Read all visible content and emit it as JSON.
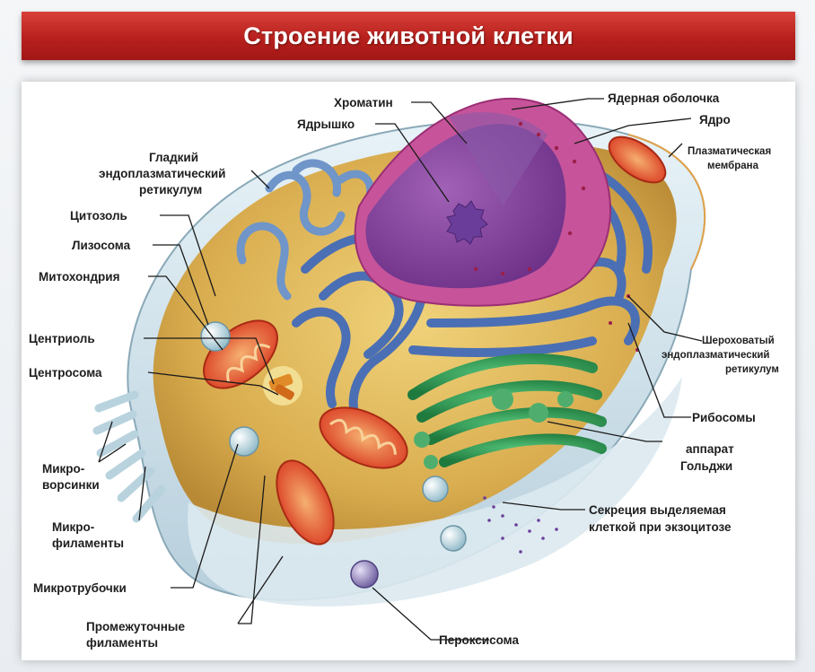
{
  "title": "Строение животной клетки",
  "labels": {
    "chromatin": "Хроматин",
    "nucleolus": "Ядрышко",
    "nuclear_envelope": "Ядерная оболочка",
    "nucleus": "Ядро",
    "plasma_membrane_1": "Плазматическая",
    "plasma_membrane_2": "мембрана",
    "smooth_er_1": "Гладкий",
    "smooth_er_2": "эндоплазматический",
    "smooth_er_3": "ретикулум",
    "cytosol": "Цитозоль",
    "lysosome": "Лизосома",
    "mitochondrion": "Митохондрия",
    "centriole": "Центриоль",
    "centrosome": "Центросома",
    "microvilli_1": "Микро-",
    "microvilli_2": "ворсинки",
    "microfilaments_1": "Микро-",
    "microfilaments_2": "филаменты",
    "microtubules": "Микротрубочки",
    "intermediate_1": "Промежуточные",
    "intermediate_2": "филаменты",
    "peroxisome": "Пероксисома",
    "rough_er_1": "Шероховатый",
    "rough_er_2": "эндоплазматический",
    "rough_er_3": "ретикулум",
    "ribosomes": "Рибосомы",
    "golgi_1": "аппарат",
    "golgi_2": "Гольджи",
    "secretion_1": "Секреция выделяемая",
    "secretion_2": "клеткой при экзоцитозе"
  },
  "colors": {
    "banner": "#b8201d",
    "nucleus": "#8a3f9e",
    "nuclear_envelope": "#c7549a",
    "er": "#5a7fc2",
    "golgi": "#2f9a55",
    "mitochondria": "#e04a2a",
    "cytoplasm": "#d7b15a",
    "membrane": "#cfe2ec"
  }
}
